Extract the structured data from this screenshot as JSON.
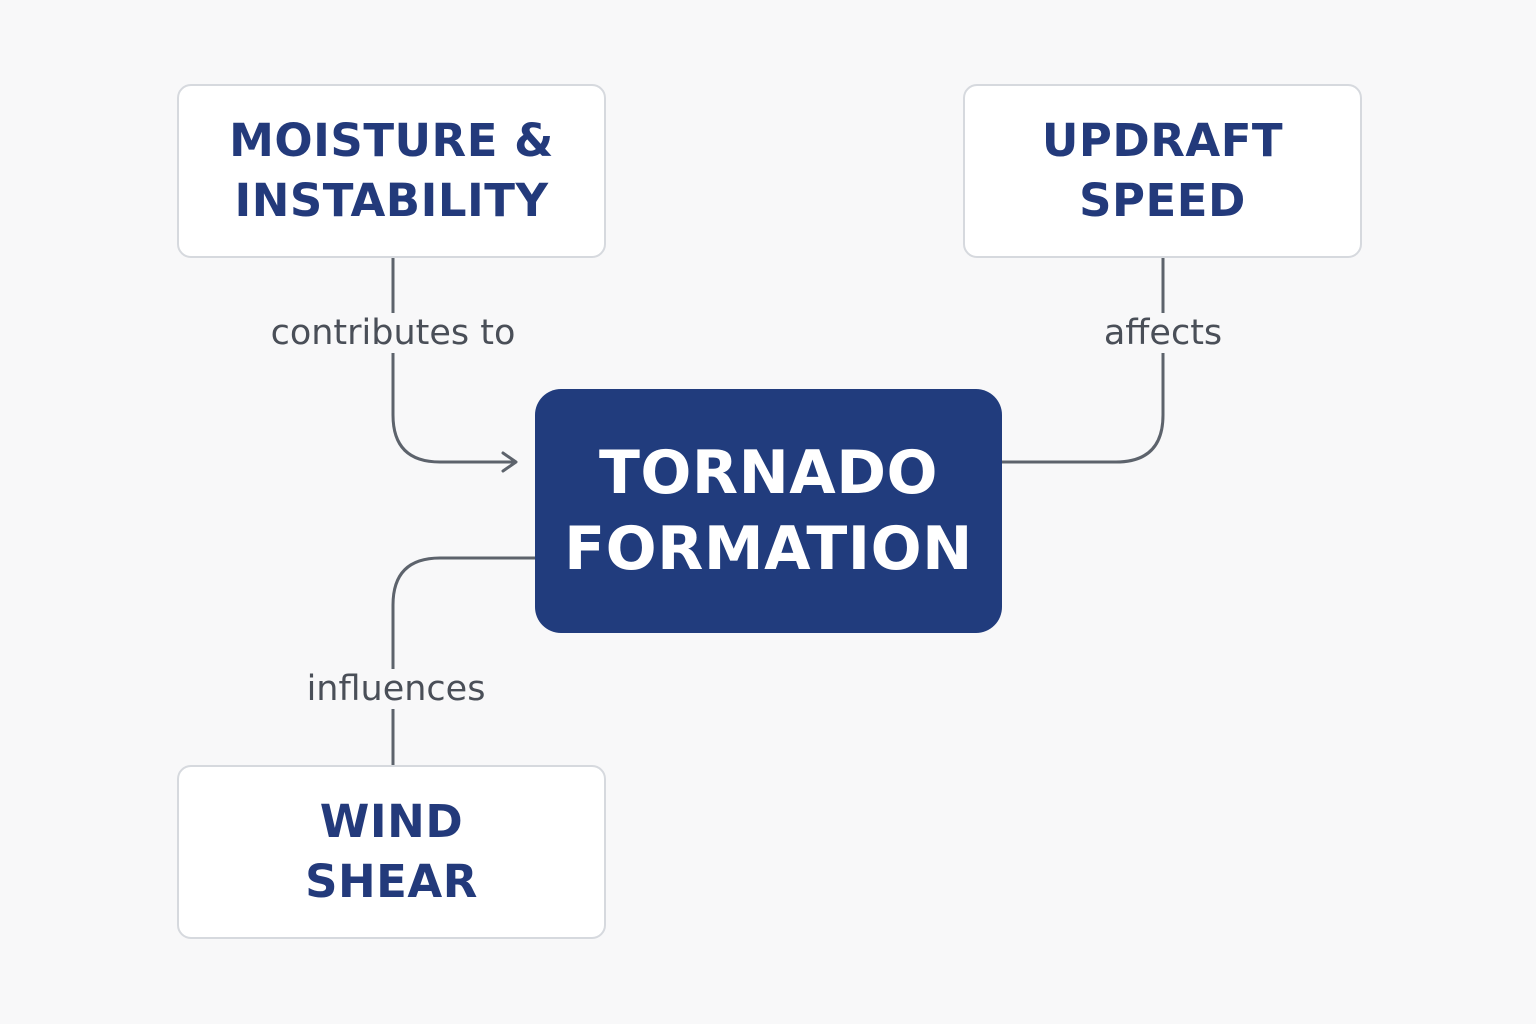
{
  "colors": {
    "background": "#f8f8f9",
    "node_text": "#233a7b",
    "node_border": "#d6d9de",
    "center_fill": "#213c7d",
    "center_text": "#ffffff",
    "connector": "#5d636c",
    "label_text": "#4a4f58"
  },
  "nodes": {
    "moisture": {
      "line1": "MOISTURE &",
      "line2": "INSTABILITY"
    },
    "updraft": {
      "line1": "UPDRAFT",
      "line2": "SPEED"
    },
    "center": {
      "line1": "TORNADO",
      "line2": "FORMATION"
    },
    "wind": {
      "line1": "WIND",
      "line2": "SHEAR"
    }
  },
  "edges": {
    "moisture_to_center": "contributes to",
    "updraft_to_center": "affects",
    "wind_to_center": "influences"
  }
}
